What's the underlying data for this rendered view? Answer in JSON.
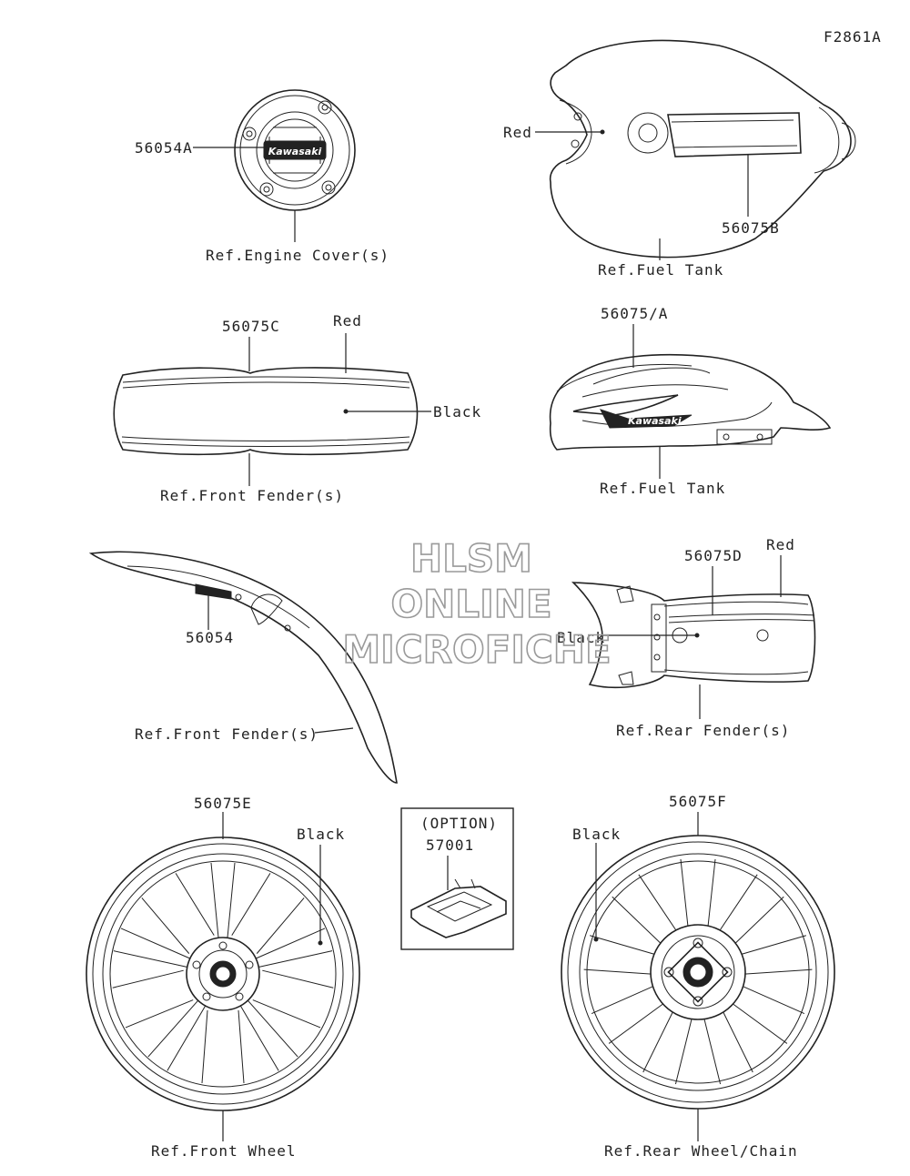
{
  "figure_code": "F2861A",
  "watermark": [
    "HLSM",
    "ONLINE",
    "MICROFICHE"
  ],
  "groups": {
    "engine_cover": {
      "part": "56054A",
      "ref": "Ref.Engine Cover(s)",
      "logo": "Kawasaki"
    },
    "fuel_tank_top": {
      "color": "Red",
      "part": "56075B",
      "ref": "Ref.Fuel Tank"
    },
    "front_fender_top": {
      "part": "56075C",
      "color_red": "Red",
      "color_black": "Black",
      "ref": "Ref.Front Fender(s)"
    },
    "fuel_tank_side": {
      "part": "56075/A",
      "ref": "Ref.Fuel Tank",
      "logo": "Kawasaki"
    },
    "front_fender_side": {
      "part": "56054",
      "ref": "Ref.Front Fender(s)"
    },
    "rear_fender": {
      "part": "56075D",
      "color_red": "Red",
      "color_black": "Black",
      "ref": "Ref.Rear Fender(s)"
    },
    "front_wheel": {
      "part": "56075E",
      "color": "Black",
      "ref": "Ref.Front Wheel"
    },
    "option": {
      "title": "(OPTION)",
      "part": "57001"
    },
    "rear_wheel": {
      "part": "56075F",
      "color": "Black",
      "ref": "Ref.Rear Wheel/Chain"
    }
  }
}
